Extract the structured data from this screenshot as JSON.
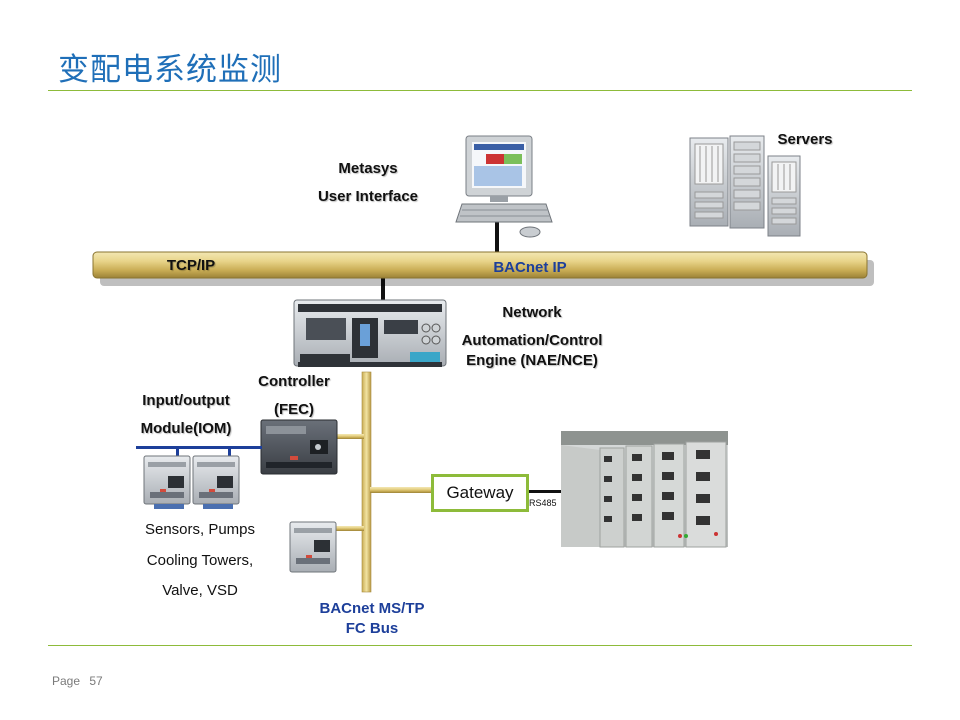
{
  "page": {
    "title": "变配电系统监测",
    "page_label": "Page",
    "page_number": "57"
  },
  "network": {
    "backbone_left_label": "TCP/IP",
    "backbone_center_label": "BACnet IP",
    "workstation_label_line1": "Metasys",
    "workstation_label_line2": "User Interface",
    "servers_label": "Servers",
    "nae_label_line1": "Network",
    "nae_label_line2": "Automation/Control",
    "nae_label_line3": "Engine (NAE/NCE)",
    "fec_label_line1": "Controller",
    "fec_label_line2": "(FEC)",
    "iom_label_line1": "Input/output",
    "iom_label_line2": "Module(IOM)",
    "field_devices_line1": "Sensors, Pumps",
    "field_devices_line2": "Cooling Towers,",
    "field_devices_line3": "Valve, VSD",
    "bus_label_line1": "BACnet MS/TP",
    "bus_label_line2": "FC Bus",
    "gateway_label": "Gateway",
    "serial_label": "RS485"
  },
  "colors": {
    "title": "#1f6fb8",
    "accent_green": "#8dbb3a",
    "bus_gold": "#d9c26a",
    "bus_blue": "#1d3f9a"
  }
}
